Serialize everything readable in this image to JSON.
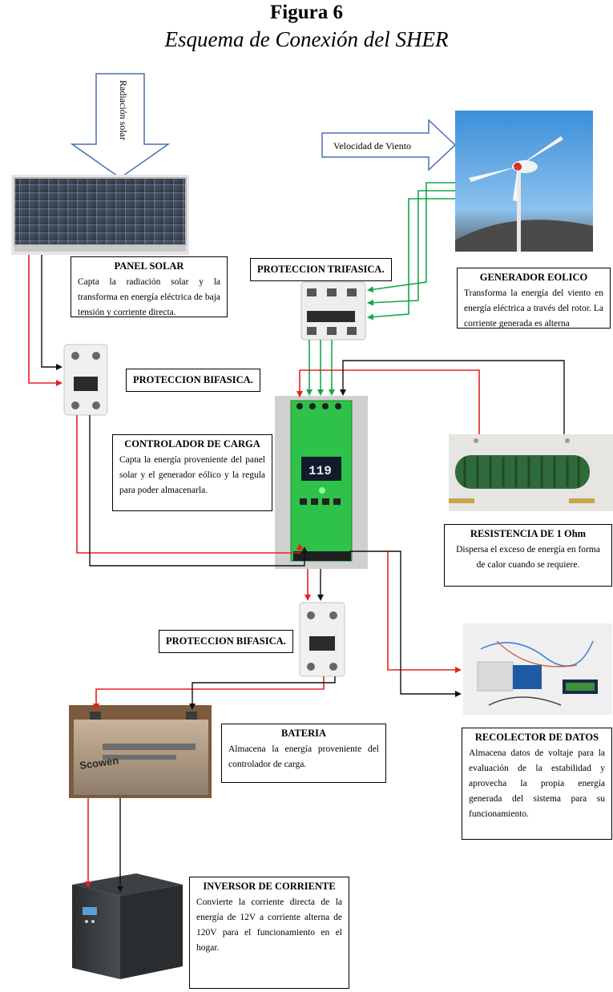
{
  "figure": {
    "number": "Figura 6",
    "title": "Esquema de Conexión del SHER"
  },
  "arrows": {
    "solar_radiation": "Radiación solar",
    "wind_speed": "Velocidad de Viento"
  },
  "panel_solar": {
    "title": "PANEL SOLAR",
    "description": "Capta la radiación solar y la transforma en energía eléctrica de baja tensión y corriente directa."
  },
  "proteccion_trifasica": {
    "label": "PROTECCION TRIFASICA."
  },
  "generador_eolico": {
    "title": "GENERADOR EOLICO",
    "description": "Transforma la energía del viento en energía eléctrica a través del rotor. La corriente generada es alterna"
  },
  "proteccion_bifasica_1": {
    "label": "PROTECCION BIFASICA."
  },
  "controlador": {
    "title": "CONTROLADOR DE CARGA",
    "description": "Capta la energía proveniente del panel solar y el generador eólico y la regula para poder almacenarla.",
    "display_value": "119"
  },
  "resistencia": {
    "title": "RESISTENCIA DE 1 Ohm",
    "description": "Dispersa el exceso de energía en forma de calor cuando se requiere."
  },
  "proteccion_bifasica_2": {
    "label": "PROTECCION BIFASICA."
  },
  "recolector": {
    "title": "RECOLECTOR DE DATOS",
    "description": "Almacena datos de voltaje para la evaluación de la estabilidad y aprovecha la propia energía generada del sistema para su funcionamiento."
  },
  "bateria": {
    "title": "BATERIA",
    "description": "Almacena la energía proveniente del controlador de carga.",
    "brand": "Scowen"
  },
  "inversor": {
    "title": "INVERSOR DE CORRIENTE",
    "description": "Convierte la corriente directa de la energía de 12V a corriente alterna de 120V para el funcionamiento en el hogar."
  },
  "colors": {
    "wire_red": "#e8211f",
    "wire_black": "#111111",
    "wire_green": "#14a84a",
    "arrow_outline": "#4a6fb5"
  }
}
